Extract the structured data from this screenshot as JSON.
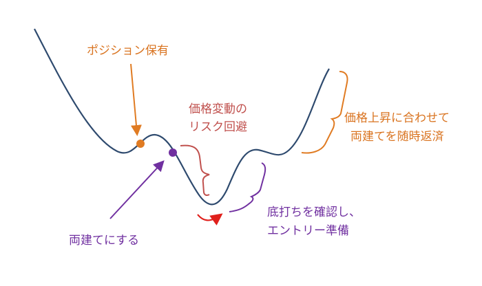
{
  "labels": {
    "position_hold": "ポジション保有",
    "risk_line1": "価格変動の",
    "risk_line2": "リスク回避",
    "repay_line1": "価格上昇に合わせて",
    "repay_line2": "両建てを随時返済",
    "hedge": "両建てにする",
    "bottom_line1": "底打ちを確認し、",
    "bottom_line2": "エントリー準備"
  },
  "colors": {
    "curve": "#2e4a6e",
    "orange": "#e07b22",
    "red": "#c0504d",
    "purple": "#7030a0",
    "arrow_red": "#e0201c"
  }
}
